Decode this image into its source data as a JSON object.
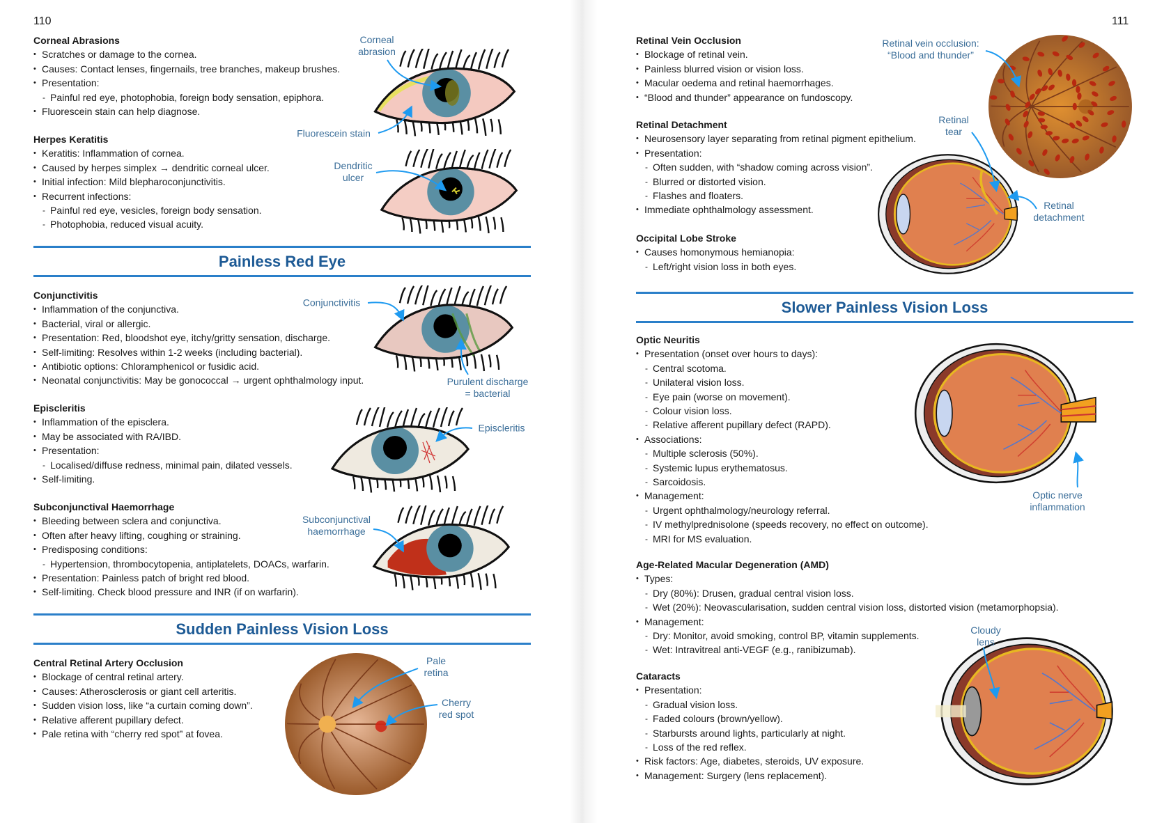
{
  "left_page": {
    "page_number": "110",
    "sections": [
      {
        "id": "corneal",
        "heading": "Corneal Abrasions",
        "items": [
          {
            "t": "Scratches or damage to the cornea.",
            "l": 1
          },
          {
            "t": "Causes: Contact lenses, fingernails, tree branches, makeup brushes.",
            "l": 1
          },
          {
            "t": "Presentation:",
            "l": 1
          },
          {
            "t": "Painful red eye, photophobia, foreign body sensation, epiphora.",
            "l": 2
          },
          {
            "t": "Fluorescein stain can help diagnose.",
            "l": 1
          }
        ]
      },
      {
        "id": "herpes",
        "heading": "Herpes Keratitis",
        "items": [
          {
            "t": "Keratitis: Inflammation of cornea.",
            "l": 1
          },
          {
            "t": "Caused by herpes simplex → dendritic corneal ulcer.",
            "l": 1
          },
          {
            "t": "Initial infection: Mild blepharoconjunctivitis.",
            "l": 1
          },
          {
            "t": "Recurrent infections:",
            "l": 1
          },
          {
            "t": "Painful red eye, vesicles, foreign body sensation.",
            "l": 2
          },
          {
            "t": "Photophobia, reduced visual acuity.",
            "l": 2
          }
        ]
      },
      {
        "id": "conj",
        "heading": "Conjunctivitis",
        "items": [
          {
            "t": "Inflammation of the conjunctiva.",
            "l": 1
          },
          {
            "t": "Bacterial, viral or allergic.",
            "l": 1
          },
          {
            "t": "Presentation: Red, bloodshot eye, itchy/gritty sensation, discharge.",
            "l": 1
          },
          {
            "t": "Self-limiting: Resolves within 1-2 weeks (including bacterial).",
            "l": 1
          },
          {
            "t": "Antibiotic options: Chloramphenicol or fusidic acid.",
            "l": 1
          },
          {
            "t": "Neonatal conjunctivitis: May be gonococcal → urgent ophthalmology input.",
            "l": 1
          }
        ]
      },
      {
        "id": "episcleritis",
        "heading": "Episcleritis",
        "items": [
          {
            "t": "Inflammation of the episclera.",
            "l": 1
          },
          {
            "t": "May be associated with RA/IBD.",
            "l": 1
          },
          {
            "t": "Presentation:",
            "l": 1
          },
          {
            "t": "Localised/diffuse redness, minimal pain, dilated vessels.",
            "l": 2
          },
          {
            "t": "Self-limiting.",
            "l": 1
          }
        ]
      },
      {
        "id": "subconj",
        "heading": "Subconjunctival Haemorrhage",
        "items": [
          {
            "t": "Bleeding between sclera and conjunctiva.",
            "l": 1
          },
          {
            "t": "Often after heavy lifting, coughing or straining.",
            "l": 1
          },
          {
            "t": "Predisposing conditions:",
            "l": 1
          },
          {
            "t": "Hypertension, thrombocytopenia, antiplatelets, DOACs, warfarin.",
            "l": 2
          },
          {
            "t": "Presentation: Painless patch of bright red blood.",
            "l": 1
          },
          {
            "t": "Self-limiting. Check blood pressure and INR (if on warfarin).",
            "l": 1
          }
        ]
      },
      {
        "id": "crao",
        "heading": "Central Retinal Artery Occlusion",
        "items": [
          {
            "t": "Blockage of central retinal artery.",
            "l": 1
          },
          {
            "t": "Causes: Atherosclerosis or giant cell arteritis.",
            "l": 1
          },
          {
            "t": "Sudden vision loss, like “a curtain coming down”.",
            "l": 1
          },
          {
            "t": "Relative afferent pupillary defect.",
            "l": 1
          },
          {
            "t": "Pale retina with “cherry red spot” at fovea.",
            "l": 1
          }
        ]
      }
    ],
    "banners": {
      "painless_red_eye": "Painless Red Eye",
      "sudden_painless": "Sudden Painless Vision Loss"
    },
    "labels": {
      "corneal_abrasion": "Corneal\nabrasion",
      "fluorescein_stain": "Fluorescein stain",
      "dendritic_ulcer": "Dendritic\nulcer",
      "conjunctivitis": "Conjunctivitis",
      "purulent": "Purulent discharge\n= bacterial",
      "episcleritis": "Episcleritis",
      "subconj": "Subconjunctival\nhaemorrhage",
      "pale_retina": "Pale\nretina",
      "cherry": "Cherry\nred spot"
    }
  },
  "right_page": {
    "page_number": "111",
    "sections": [
      {
        "id": "rvo",
        "heading": "Retinal Vein Occlusion",
        "items": [
          {
            "t": "Blockage of retinal vein.",
            "l": 1
          },
          {
            "t": "Painless blurred vision or vision loss.",
            "l": 1
          },
          {
            "t": "Macular oedema and retinal haemorrhages.",
            "l": 1
          },
          {
            "t": "“Blood and thunder” appearance on fundoscopy.",
            "l": 1
          }
        ]
      },
      {
        "id": "rd",
        "heading": "Retinal Detachment",
        "items": [
          {
            "t": "Neurosensory layer separating from retinal pigment epithelium.",
            "l": 1
          },
          {
            "t": "Presentation:",
            "l": 1
          },
          {
            "t": "Often sudden, with “shadow coming across vision”.",
            "l": 2
          },
          {
            "t": "Blurred or distorted vision.",
            "l": 2
          },
          {
            "t": "Flashes and floaters.",
            "l": 2
          },
          {
            "t": "Immediate ophthalmology assessment.",
            "l": 1
          }
        ]
      },
      {
        "id": "occipital",
        "heading": "Occipital Lobe Stroke",
        "items": [
          {
            "t": "Causes homonymous hemianopia:",
            "l": 1
          },
          {
            "t": "Left/right vision loss in both eyes.",
            "l": 2
          }
        ]
      },
      {
        "id": "optic",
        "heading": "Optic Neuritis",
        "items": [
          {
            "t": "Presentation (onset over hours to days):",
            "l": 1
          },
          {
            "t": "Central scotoma.",
            "l": 2
          },
          {
            "t": "Unilateral vision loss.",
            "l": 2
          },
          {
            "t": "Eye pain (worse on movement).",
            "l": 2
          },
          {
            "t": "Colour vision loss.",
            "l": 2
          },
          {
            "t": "Relative afferent pupillary defect (RAPD).",
            "l": 2
          },
          {
            "t": "Associations:",
            "l": 1
          },
          {
            "t": "Multiple sclerosis (50%).",
            "l": 2
          },
          {
            "t": "Systemic lupus erythematosus.",
            "l": 2
          },
          {
            "t": "Sarcoidosis.",
            "l": 2
          },
          {
            "t": "Management:",
            "l": 1
          },
          {
            "t": "Urgent ophthalmology/neurology referral.",
            "l": 2
          },
          {
            "t": "IV methylprednisolone (speeds recovery, no effect on outcome).",
            "l": 2
          },
          {
            "t": "MRI for MS evaluation.",
            "l": 2
          }
        ]
      },
      {
        "id": "amd",
        "heading": "Age-Related Macular Degeneration (AMD)",
        "items": [
          {
            "t": "Types:",
            "l": 1
          },
          {
            "t": "Dry (80%): Drusen, gradual central vision loss.",
            "l": 2
          },
          {
            "t": "Wet (20%): Neovascularisation, sudden central vision loss, distorted vision (metamorphopsia).",
            "l": 2
          },
          {
            "t": "Management:",
            "l": 1
          },
          {
            "t": "Dry: Monitor, avoid smoking, control BP, vitamin supplements.",
            "l": 2
          },
          {
            "t": "Wet: Intravitreal anti-VEGF (e.g., ranibizumab).",
            "l": 2
          }
        ]
      },
      {
        "id": "cataracts",
        "heading": "Cataracts",
        "items": [
          {
            "t": "Presentation:",
            "l": 1
          },
          {
            "t": "Gradual vision loss.",
            "l": 2
          },
          {
            "t": "Faded colours (brown/yellow).",
            "l": 2
          },
          {
            "t": "Starbursts around lights, particularly at night.",
            "l": 2
          },
          {
            "t": "Loss of the red reflex.",
            "l": 2
          },
          {
            "t": "Risk factors: Age, diabetes, steroids, UV exposure.",
            "l": 1
          },
          {
            "t": "Management: Surgery (lens replacement).",
            "l": 1
          }
        ]
      }
    ],
    "banners": {
      "slower_painless": "Slower Painless Vision Loss"
    },
    "labels": {
      "rvo": "Retinal vein occlusion:\n“Blood and thunder”",
      "retinal_tear": "Retinal\ntear",
      "retinal_detachment": "Retinal\ndetachment",
      "optic_nerve": "Optic nerve\ninflammation",
      "cloudy_lens": "Cloudy\nlens"
    }
  },
  "colors": {
    "heading_blue": "#1d5a95",
    "rule_blue": "#2a7fc9",
    "label_blue": "#3b6e99",
    "arrow_blue": "#1e9af0"
  }
}
